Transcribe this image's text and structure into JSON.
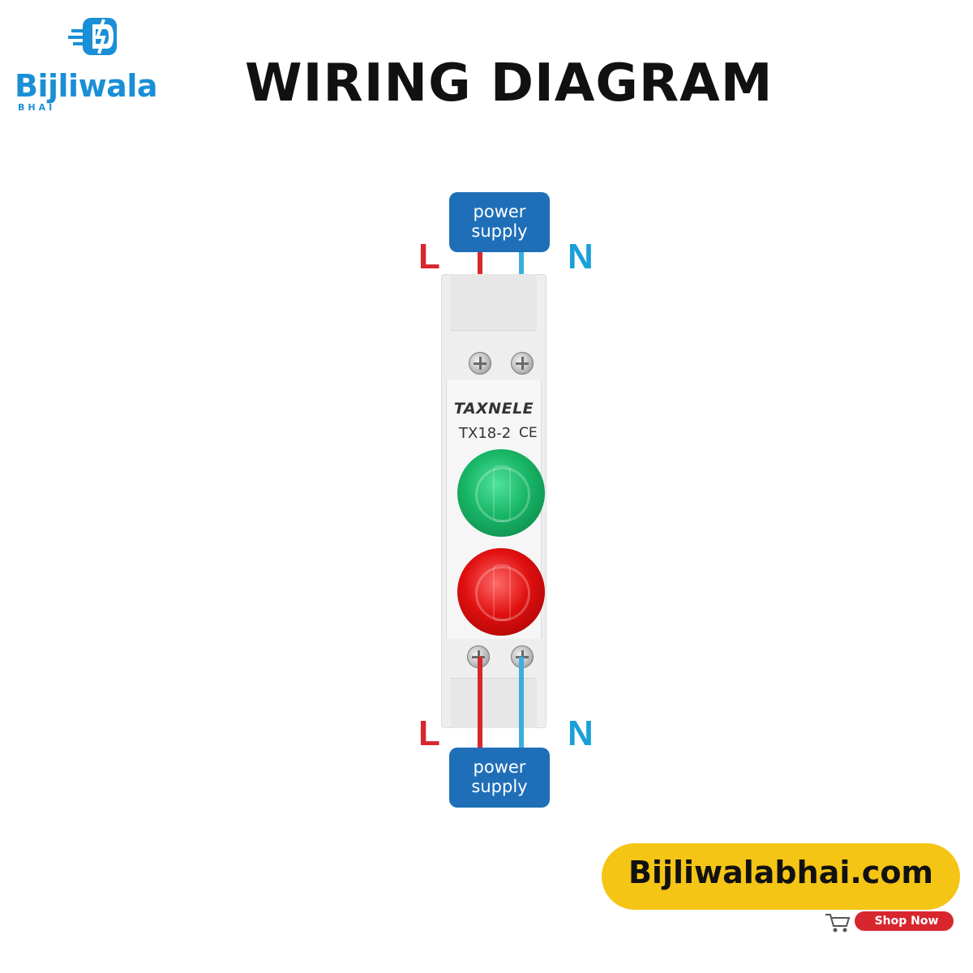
{
  "logo": {
    "name": "Bijliwala",
    "sub": "BHAI"
  },
  "title": "WIRING DIAGRAM",
  "diagram": {
    "top_supply": "power\nsupply",
    "bottom_supply": "power\nsupply",
    "line_label": "L",
    "neutral_label": "N",
    "device": {
      "brand": "TAXNELE",
      "model": "TX18-2",
      "mark": "CE"
    },
    "indicators": [
      "green",
      "red"
    ],
    "colors": {
      "supply_box": "#1f6fb8",
      "live_wire": "#d8262e",
      "neutral_wire": "#39aee0"
    }
  },
  "badge": {
    "site": "Bijliwalabhai.com",
    "cta": "Shop Now",
    "color": "#f4c515"
  }
}
